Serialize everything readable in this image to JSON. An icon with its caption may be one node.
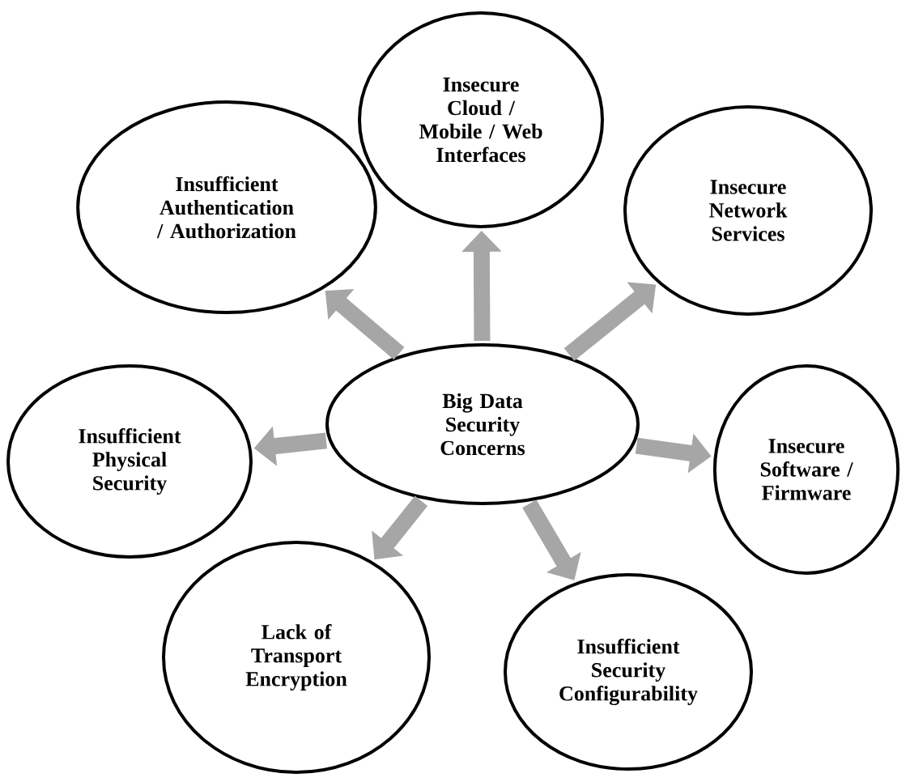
{
  "diagram": {
    "nodes": [
      {
        "text": [
          "Insecure Cloud / Mobile / Web Interfaces"
        ]
      },
      {
        "text": [
          "Insufficient Authentication / Authorization"
        ]
      },
      {
        "text": [
          "Insecure Network Services"
        ]
      },
      {
        "text": [
          "Big Data Security Concerns"
        ]
      },
      {
        "text": [
          "Insufficient Physical Security"
        ]
      },
      {
        "text": [
          "Insecure Software / Firmware"
        ]
      },
      {
        "text": [
          "Lack of Transport Encryption"
        ]
      },
      {
        "text": [
          "Insufficient Security Configurability"
        ]
      }
    ],
    "edges": [
      {
        "from": 3,
        "to": 0,
        "arrow": "to"
      },
      {
        "from": 3,
        "to": 1,
        "arrow": "to"
      },
      {
        "from": 3,
        "to": 2,
        "arrow": "to"
      },
      {
        "from": 3,
        "to": 4,
        "arrow": "to"
      },
      {
        "from": 3,
        "to": 5,
        "arrow": "to"
      },
      {
        "from": 3,
        "to": 6,
        "arrow": "to"
      },
      {
        "from": 3,
        "to": 7,
        "arrow": "to"
      }
    ]
  }
}
